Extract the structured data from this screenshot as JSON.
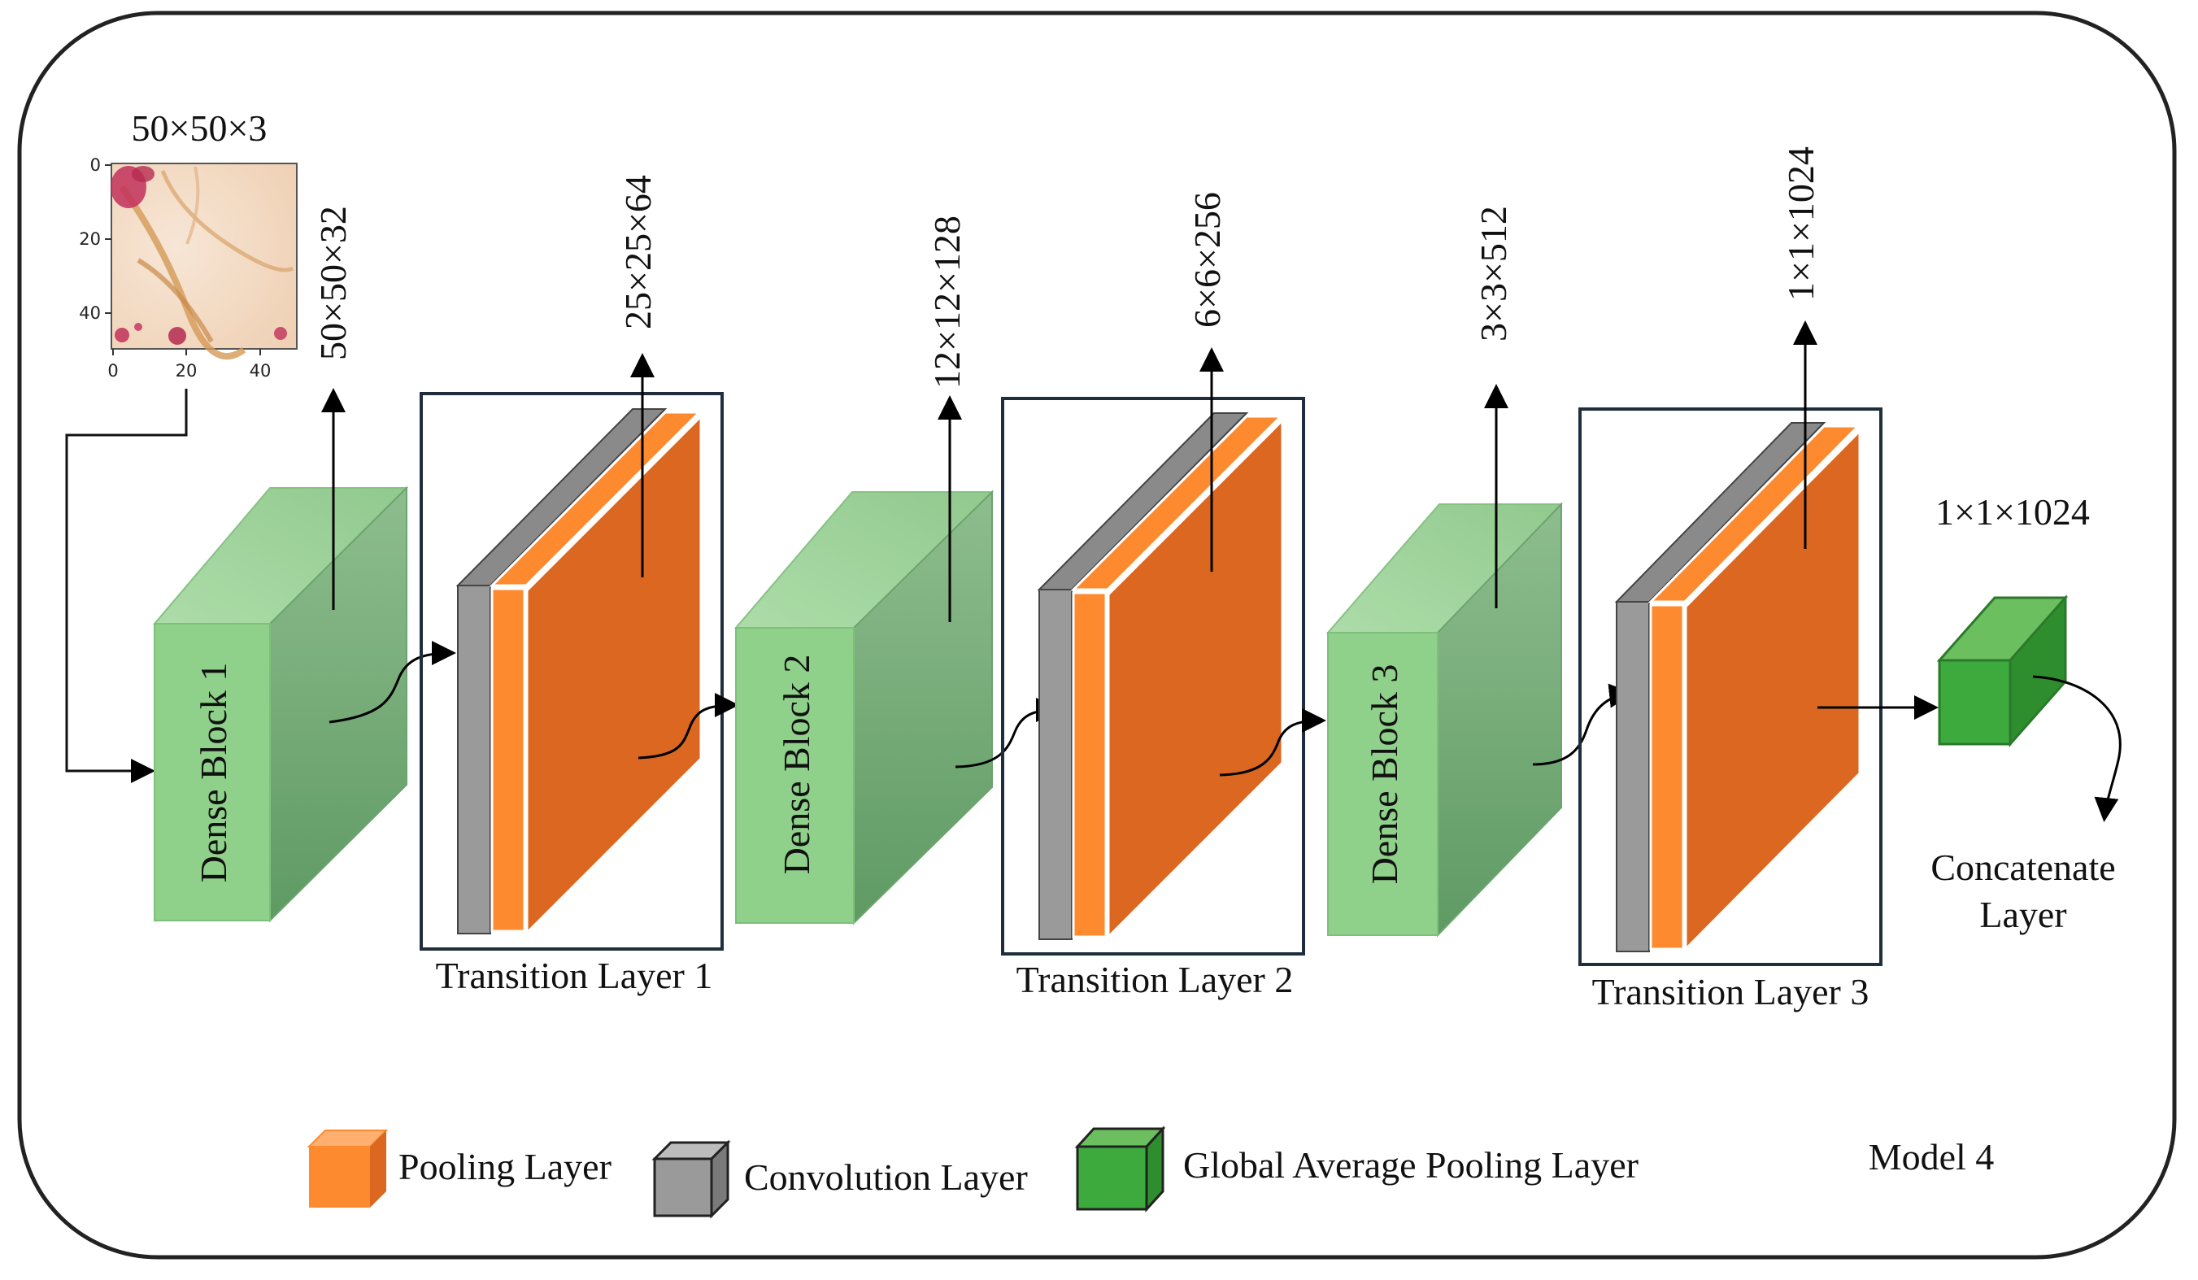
{
  "figure": {
    "input_size": "50×50×3",
    "input_image": {
      "y_ticks": [
        "0",
        "20",
        "40"
      ],
      "x_ticks": [
        "0",
        "20",
        "40"
      ]
    },
    "dims": {
      "dense1": "50×50×32",
      "trans1": "25×25×64",
      "dense2": "12×12×128",
      "trans2": "6×6×256",
      "dense3": "3×3×512",
      "trans3": "1×1×1024",
      "gap": "1×1×1024"
    },
    "blocks": {
      "dense1": "Dense Block 1",
      "dense2": "Dense Block 2",
      "dense3": "Dense Block 3"
    },
    "transitions": {
      "t1": "Transition  Layer 1",
      "t2": "Transition  Layer 2",
      "t3": "Transition  Layer 3"
    },
    "concat": {
      "line1": "Concatenate",
      "line2": "Layer"
    },
    "legend": {
      "pooling": "Pooling Layer",
      "convolution": "Convolution Layer",
      "gap": "Global Average Pooling Layer"
    },
    "model_label": "Model 4",
    "colors": {
      "dense_front": "#8fd08a",
      "dense_side": "#6aa46e",
      "pool_orange": "#fd8a2e",
      "pool_dark": "#db6720",
      "conv_gray": "#9a9a9a",
      "gap_green": "#3daa3d",
      "frame": "#1f2d3d"
    }
  }
}
